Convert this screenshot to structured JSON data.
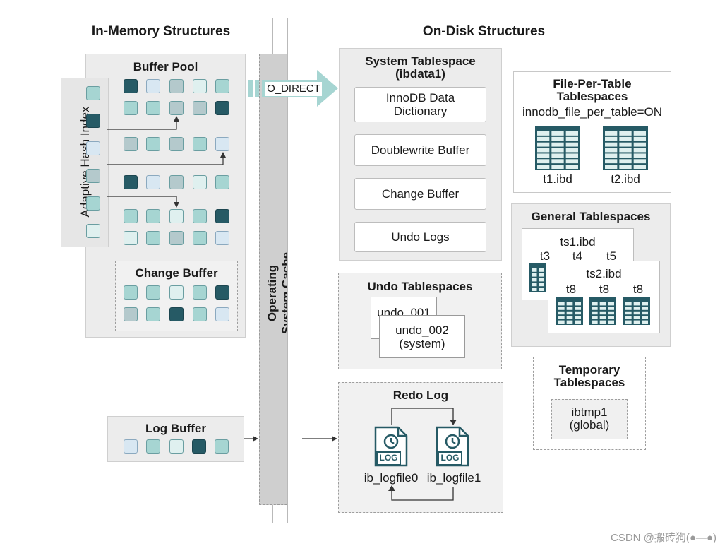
{
  "in_memory": {
    "title": "In-Memory Structures",
    "buffer_pool": "Buffer Pool",
    "adaptive_hash_index": "Adaptive Hash Index",
    "change_buffer": "Change Buffer",
    "log_buffer": "Log Buffer",
    "os_cache": "Operating\nSystem Cache",
    "o_direct": "O_DIRECT"
  },
  "on_disk": {
    "title": "On-Disk Structures",
    "system_tablespace": {
      "title": "System Tablespace\n(ibdata1)",
      "items": [
        "InnoDB Data\nDictionary",
        "Doublewrite Buffer",
        "Change Buffer",
        "Undo Logs"
      ]
    },
    "file_per_table": {
      "title": "File-Per-Table\nTablespaces",
      "setting": "innodb_file_per_table=ON",
      "files": [
        "t1.ibd",
        "t2.ibd"
      ]
    },
    "general": {
      "title": "General Tablespaces",
      "ts1": "ts1.ibd",
      "ts1_tables": [
        "t3",
        "t4",
        "t5"
      ],
      "ts2": "ts2.ibd",
      "ts2_tables": [
        "t8",
        "t8",
        "t8"
      ]
    },
    "undo": {
      "title": "Undo Tablespaces",
      "file1": "undo_001",
      "file2": "undo_002\n(system)"
    },
    "temporary": {
      "title": "Temporary\nTablespaces",
      "file": "ibtmp1\n(global)"
    },
    "redo": {
      "title": "Redo Log",
      "icon_label": "LOG",
      "files": [
        "ib_logfile0",
        "ib_logfile1"
      ]
    }
  },
  "watermark": "CSDN @搬砖狗(●—●)",
  "colors": {
    "dark": "#265a65",
    "teal": "#a6d5d2",
    "light": "#dff0ef",
    "arrow": "#a6d5d2"
  }
}
